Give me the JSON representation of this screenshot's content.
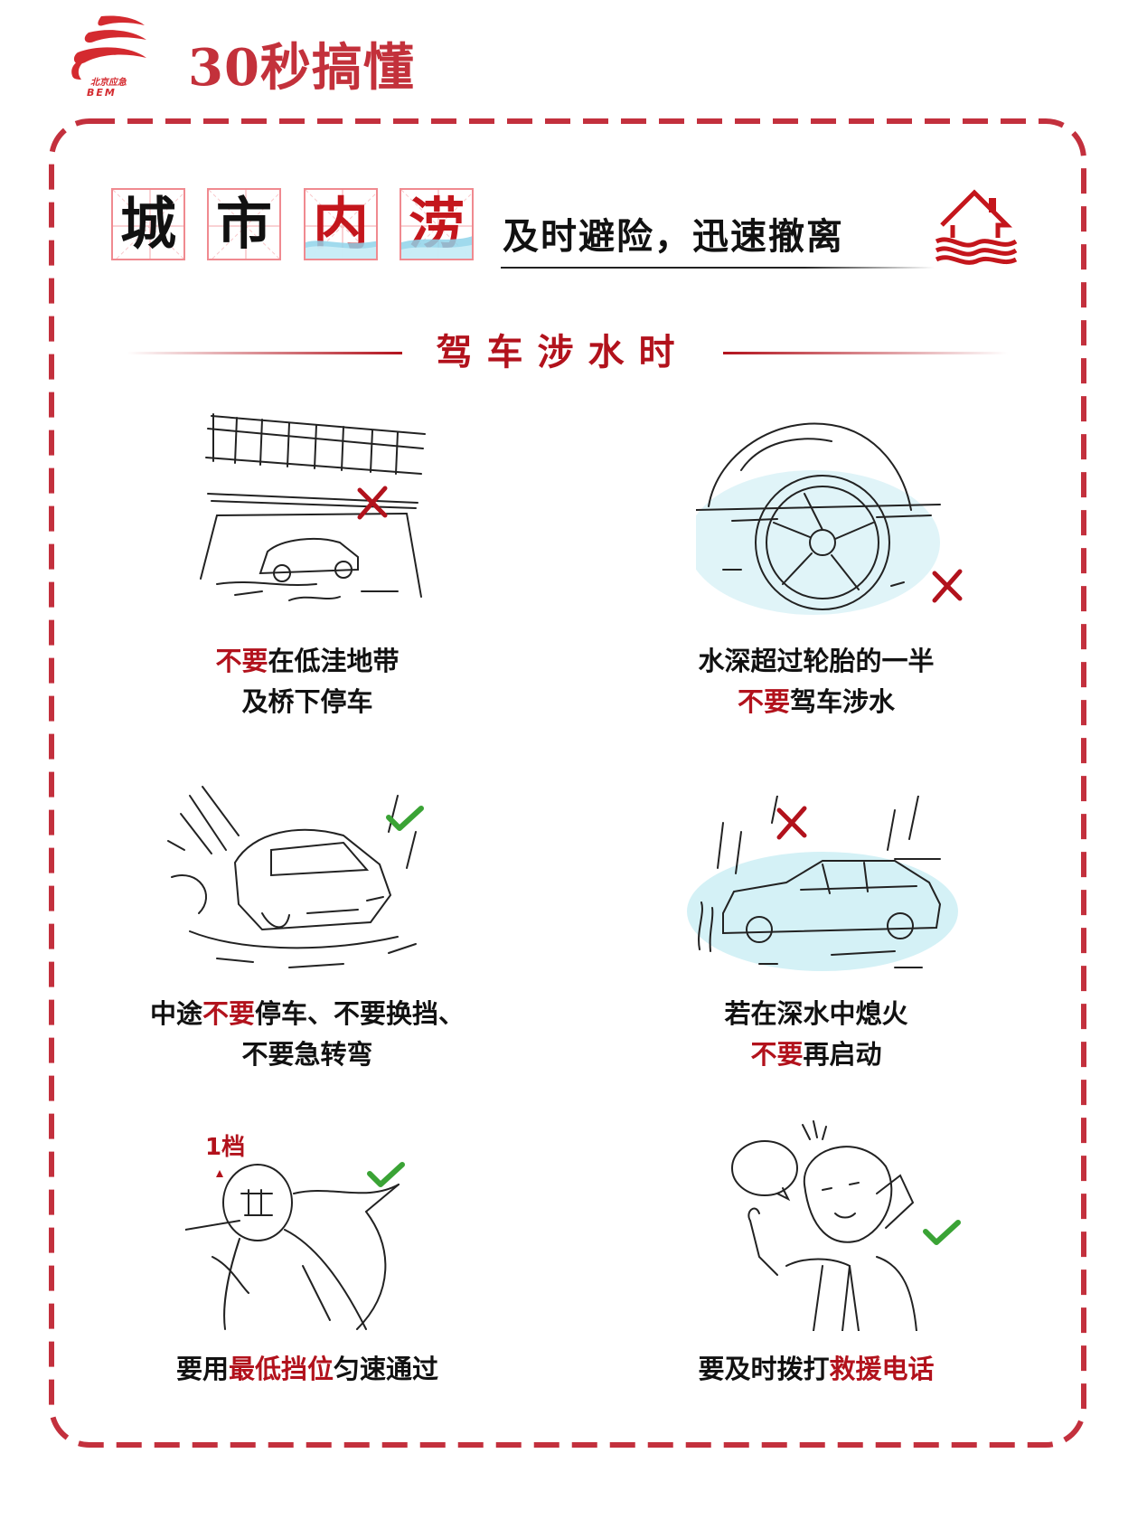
{
  "header": {
    "logo": {
      "text_cn": "北京应急",
      "text_en": "BEM",
      "color": "#d42a2f"
    },
    "title": "30秒搞懂"
  },
  "banner": {
    "title_chars": [
      "城",
      "市",
      "内",
      "涝"
    ],
    "title_colors": [
      "#111111",
      "#111111",
      "#c4161c",
      "#c4161c"
    ],
    "slogan": "及时避险，迅速撤离",
    "icon": "house-flood-icon"
  },
  "section": {
    "title": "驾车涉水时"
  },
  "tips": [
    {
      "illustration": "car-under-bridge-illustration",
      "mark": "cross",
      "lines": [
        [
          {
            "t": "不要",
            "red": true
          },
          {
            "t": "在低洼地带",
            "red": false
          }
        ],
        [
          {
            "t": "及桥下停车",
            "red": false
          }
        ]
      ]
    },
    {
      "illustration": "tire-in-water-illustration",
      "mark": "cross",
      "lines": [
        [
          {
            "t": "水深超过轮胎的一半",
            "red": false
          }
        ],
        [
          {
            "t": "不要",
            "red": true
          },
          {
            "t": "驾车涉水",
            "red": false
          }
        ]
      ]
    },
    {
      "illustration": "car-driving-through-water-illustration",
      "mark": "check",
      "lines": [
        [
          {
            "t": "中途",
            "red": false
          },
          {
            "t": "不要",
            "red": true
          },
          {
            "t": "停车、不要换挡、",
            "red": false
          }
        ],
        [
          {
            "t": "不要急转弯",
            "red": false
          }
        ]
      ]
    },
    {
      "illustration": "car-stalled-in-deep-water-illustration",
      "mark": "cross",
      "lines": [
        [
          {
            "t": "若在深水中熄火",
            "red": false
          }
        ],
        [
          {
            "t": "不要",
            "red": true
          },
          {
            "t": "再启动",
            "red": false
          }
        ]
      ]
    },
    {
      "illustration": "gear-shift-illustration",
      "mark": "check",
      "label": "1档",
      "lines": [
        [
          {
            "t": "要用",
            "red": false
          },
          {
            "t": "最低挡位",
            "red": true
          },
          {
            "t": "匀速通过",
            "red": false
          }
        ]
      ]
    },
    {
      "illustration": "person-calling-illustration",
      "mark": "check",
      "lines": [
        [
          {
            "t": "要及时拨打",
            "red": false
          },
          {
            "t": "救援电话",
            "red": true
          }
        ]
      ]
    }
  ],
  "colors": {
    "accent_red": "#b2121c",
    "frame_red": "#c3303d",
    "check_green": "#3aa335",
    "water_blue": "#bfe7ef"
  },
  "tip_caption_parts": {
    "t0_l0_a": "不要",
    "t0_l0_b": "在低洼地带",
    "t0_l1": "及桥下停车",
    "t1_l0": "水深超过轮胎的一半",
    "t1_l1_a": "不要",
    "t1_l1_b": "驾车涉水",
    "t2_l0_a": "中途",
    "t2_l0_b": "不要",
    "t2_l0_c": "停车、不要换挡、",
    "t2_l1": "不要急转弯",
    "t3_l0": "若在深水中熄火",
    "t3_l1_a": "不要",
    "t3_l1_b": "再启动",
    "t4_l0_a": "要用",
    "t4_l0_b": "最低挡位",
    "t4_l0_c": "匀速通过",
    "t5_l0_a": "要及时拨打",
    "t5_l0_b": "救援电话",
    "gear_label": "1档"
  }
}
